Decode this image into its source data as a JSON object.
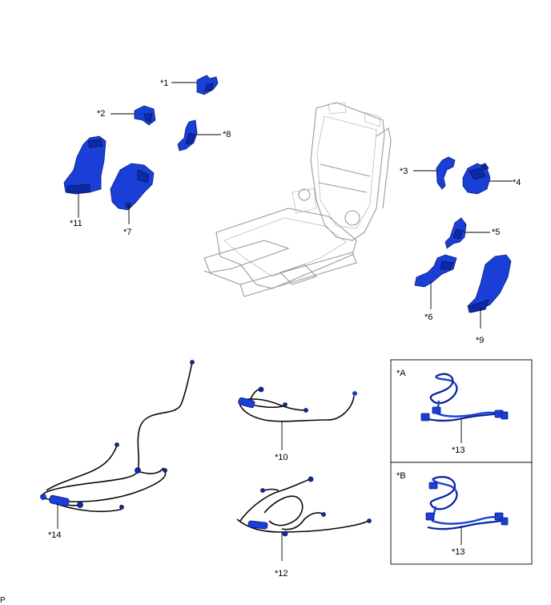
{
  "labels": {
    "p1": "*1",
    "p2": "*2",
    "p3": "*3",
    "p4": "*4",
    "p5": "*5",
    "p6": "*6",
    "p7": "*7",
    "p8": "*8",
    "p9": "*9",
    "p10": "*10",
    "p11": "*11",
    "p12": "*12",
    "p13a": "*13",
    "p13b": "*13",
    "p14": "*14"
  },
  "insets": {
    "a": "*A",
    "b": "*B"
  },
  "corner_code": "P",
  "colors": {
    "part": "#1a3fd6",
    "outline": "#0a1f7a",
    "frame": "#9a9a9a",
    "cable": "#0a0a0a"
  }
}
